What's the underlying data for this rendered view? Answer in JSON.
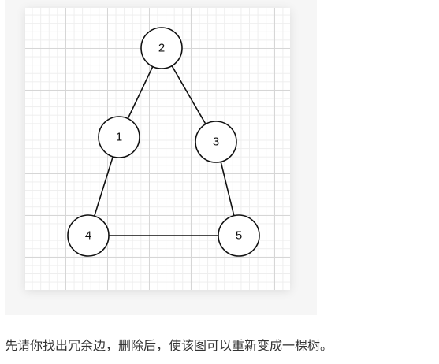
{
  "diagram": {
    "nodes": [
      {
        "id": "n1",
        "label": "1"
      },
      {
        "id": "n2",
        "label": "2"
      },
      {
        "id": "n3",
        "label": "3"
      },
      {
        "id": "n4",
        "label": "4"
      },
      {
        "id": "n5",
        "label": "5"
      }
    ],
    "edges": [
      {
        "from": "n2",
        "to": "n1"
      },
      {
        "from": "n2",
        "to": "n3"
      },
      {
        "from": "n1",
        "to": "n4"
      },
      {
        "from": "n3",
        "to": "n5"
      },
      {
        "from": "n4",
        "to": "n5"
      }
    ]
  },
  "caption": {
    "text": "先请你找出冗余边，删除后，使该图可以重新变成一棵树。"
  }
}
